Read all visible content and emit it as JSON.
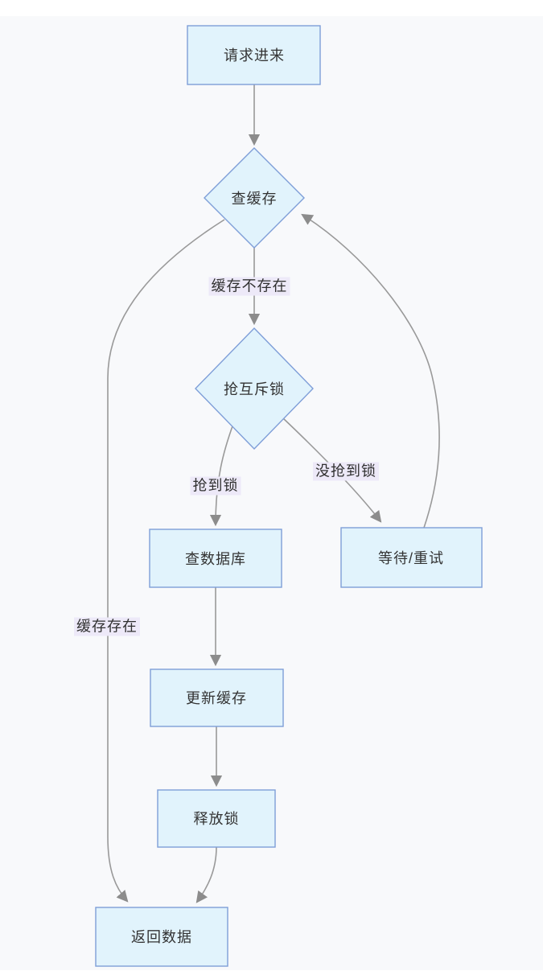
{
  "page": {
    "background": "#ffffff",
    "canvas_background": "#f8f9fb"
  },
  "diagram": {
    "type": "flowchart",
    "direction": "top-down",
    "colors": {
      "node_fill": "#e1f3fc",
      "node_border": "#7e9ed8",
      "edge_stroke": "#999999",
      "arrowhead": "#8c8c8c",
      "edge_label_background": "#ede9f8",
      "text": "#333333"
    },
    "nodes": [
      {
        "id": "start",
        "shape": "rect",
        "label": "请求进来"
      },
      {
        "id": "check_cache",
        "shape": "diamond",
        "label": "查缓存"
      },
      {
        "id": "acquire_lock",
        "shape": "diamond",
        "label": "抢互斥锁"
      },
      {
        "id": "query_db",
        "shape": "rect",
        "label": "查数据库"
      },
      {
        "id": "wait_retry",
        "shape": "rect",
        "label": "等待/重试"
      },
      {
        "id": "update_cache",
        "shape": "rect",
        "label": "更新缓存"
      },
      {
        "id": "release_lock",
        "shape": "rect",
        "label": "释放锁"
      },
      {
        "id": "return_data",
        "shape": "rect",
        "label": "返回数据"
      }
    ],
    "edges": [
      {
        "from": "start",
        "to": "check_cache",
        "label": ""
      },
      {
        "from": "check_cache",
        "to": "acquire_lock",
        "label": "缓存不存在"
      },
      {
        "from": "check_cache",
        "to": "return_data",
        "label": "缓存存在"
      },
      {
        "from": "acquire_lock",
        "to": "query_db",
        "label": "抢到锁"
      },
      {
        "from": "acquire_lock",
        "to": "wait_retry",
        "label": "没抢到锁"
      },
      {
        "from": "wait_retry",
        "to": "check_cache",
        "label": ""
      },
      {
        "from": "query_db",
        "to": "update_cache",
        "label": ""
      },
      {
        "from": "update_cache",
        "to": "release_lock",
        "label": ""
      },
      {
        "from": "release_lock",
        "to": "return_data",
        "label": ""
      }
    ]
  }
}
